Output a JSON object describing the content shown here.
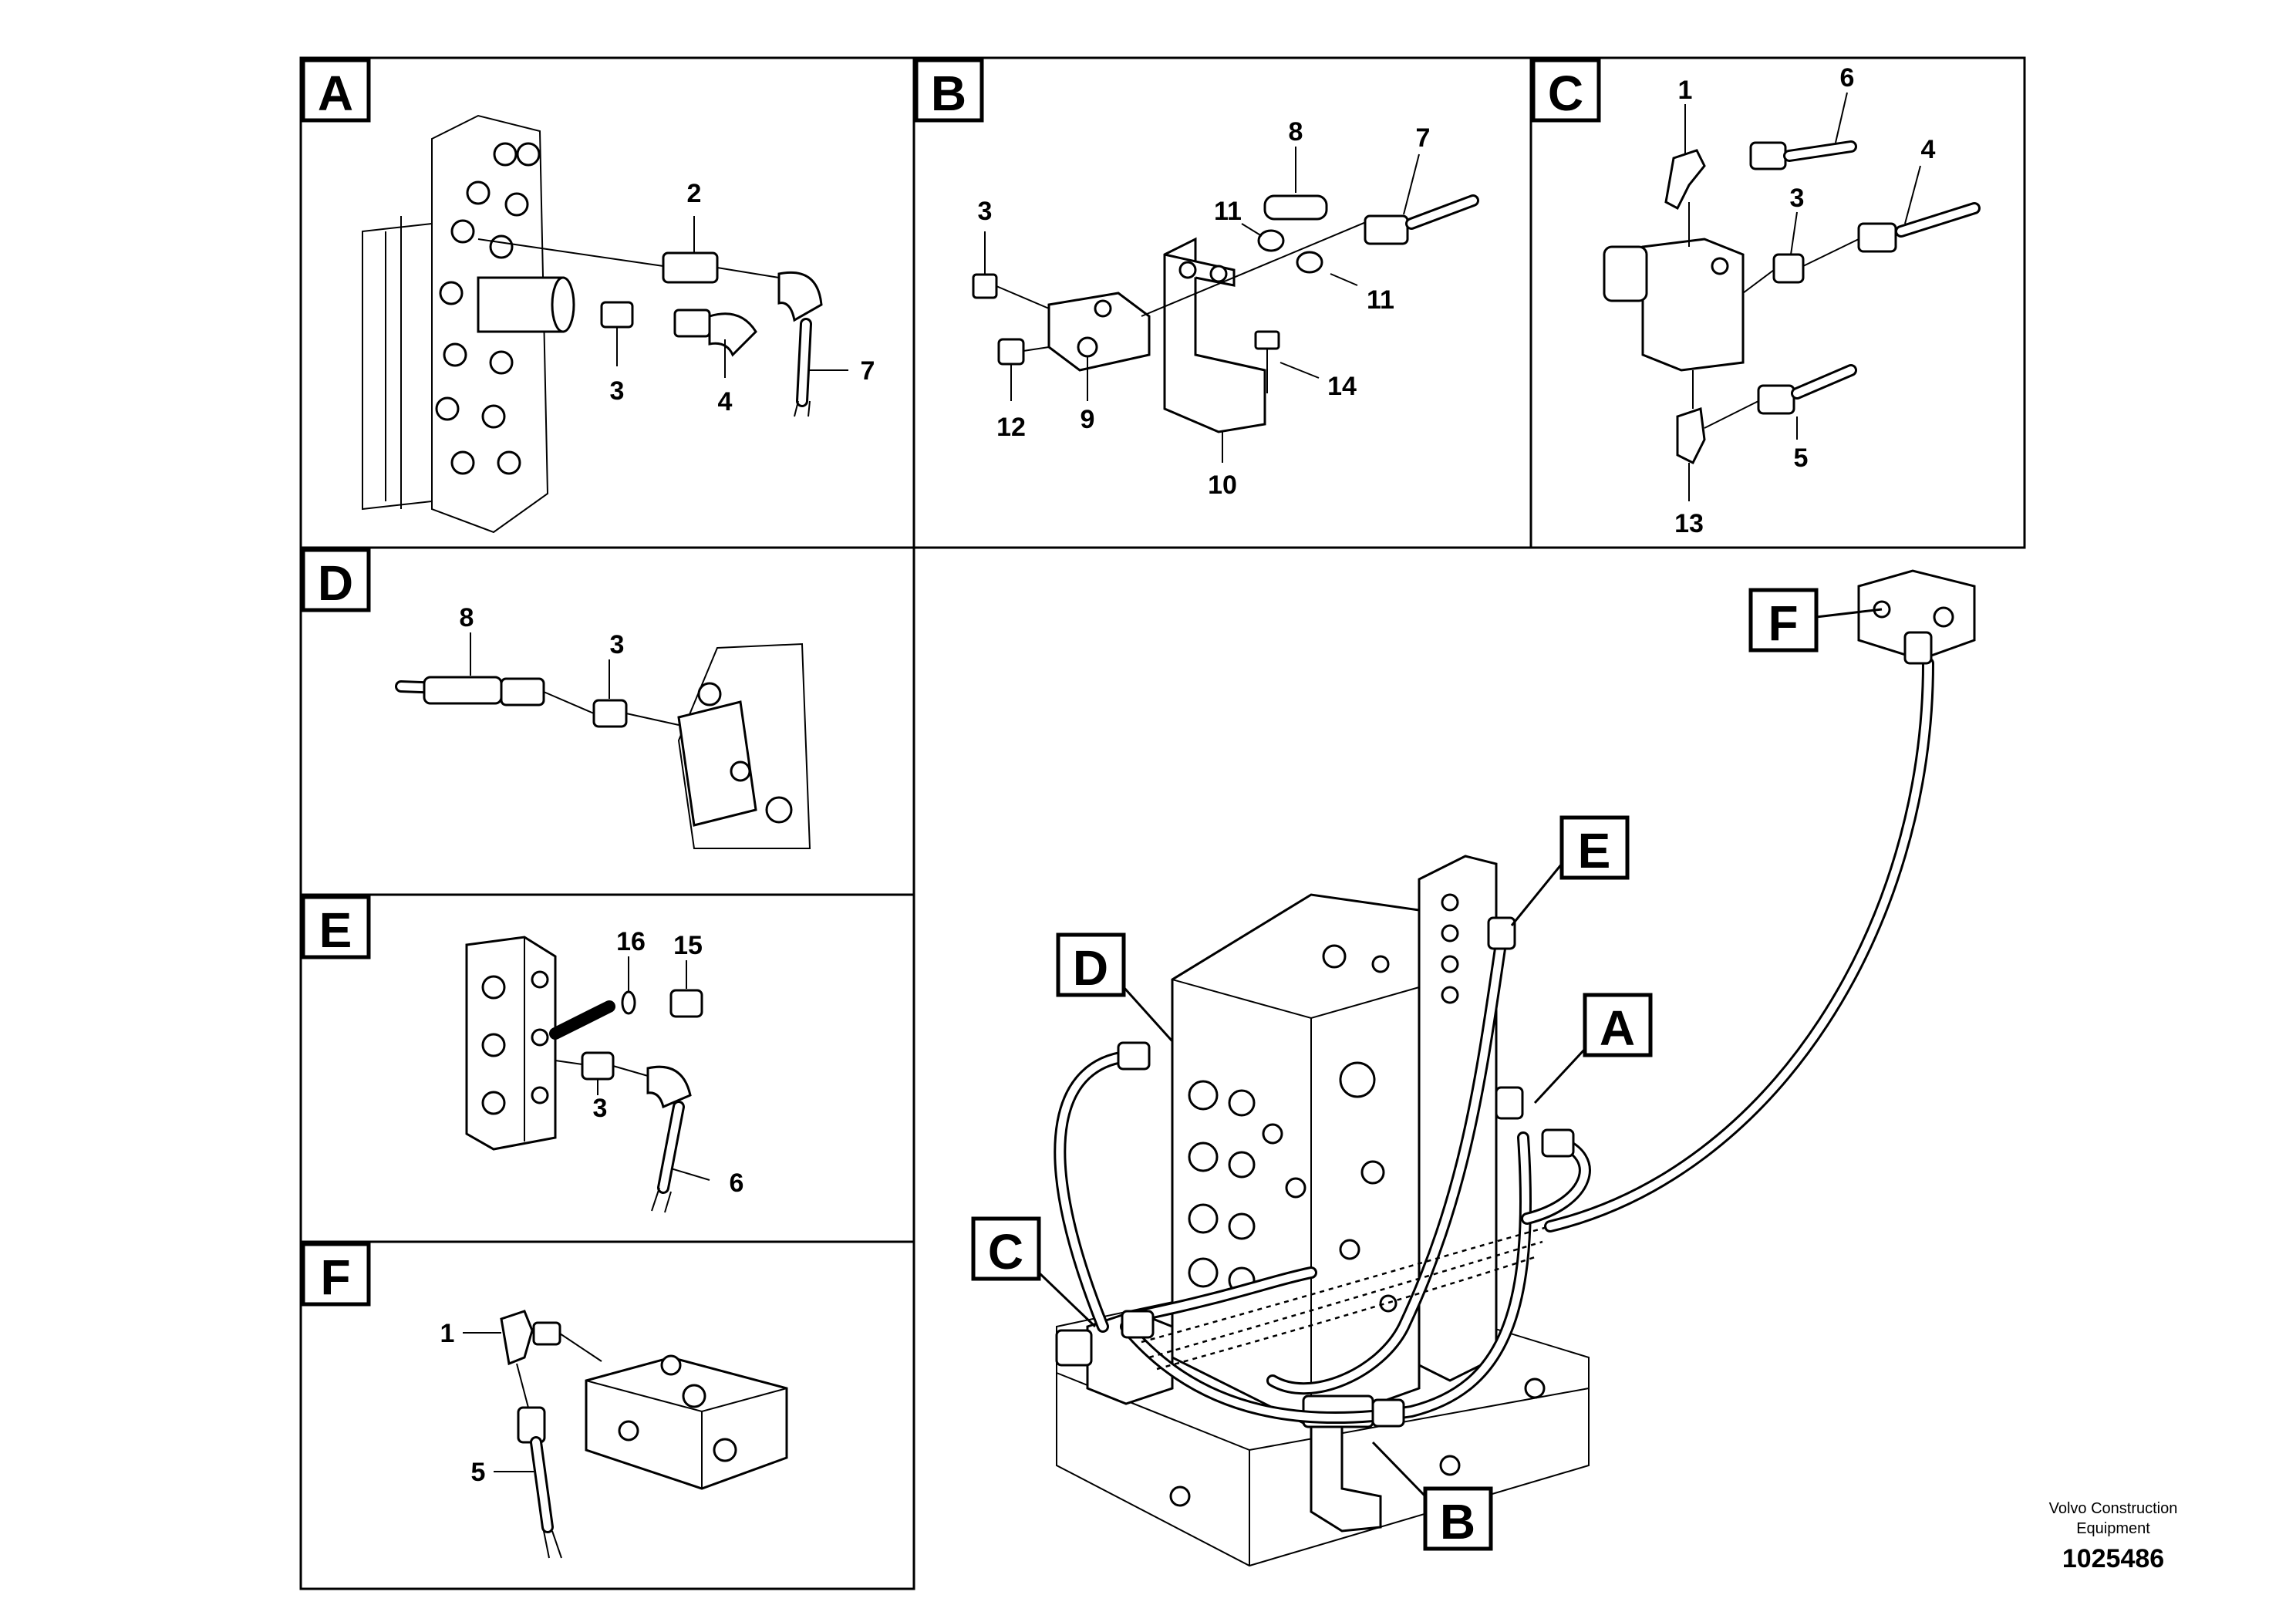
{
  "panels": {
    "A": {
      "letter": "A",
      "callouts": {
        "c2": "2",
        "c3": "3",
        "c4": "4",
        "c7": "7"
      }
    },
    "B": {
      "letter": "B",
      "callouts": {
        "c3": "3",
        "c8": "8",
        "c7": "7",
        "c11a": "11",
        "c11b": "11",
        "c14": "14",
        "c12": "12",
        "c9": "9",
        "c10": "10"
      }
    },
    "C": {
      "letter": "C",
      "callouts": {
        "c1": "1",
        "c6": "6",
        "c4": "4",
        "c3": "3",
        "c5": "5",
        "c13": "13"
      }
    },
    "D": {
      "letter": "D",
      "callouts": {
        "c8": "8",
        "c3": "3"
      }
    },
    "E": {
      "letter": "E",
      "callouts": {
        "c16": "16",
        "c15": "15",
        "c3": "3",
        "c6": "6"
      }
    },
    "F": {
      "letter": "F",
      "callouts": {
        "c1": "1",
        "c5": "5"
      }
    }
  },
  "overview_tags": {
    "A": "A",
    "B": "B",
    "C": "C",
    "D": "D",
    "E": "E",
    "F": "F"
  },
  "footer": {
    "brand_line1": "Volvo Construction",
    "brand_line2": "Equipment",
    "doc_number": "1025486"
  }
}
